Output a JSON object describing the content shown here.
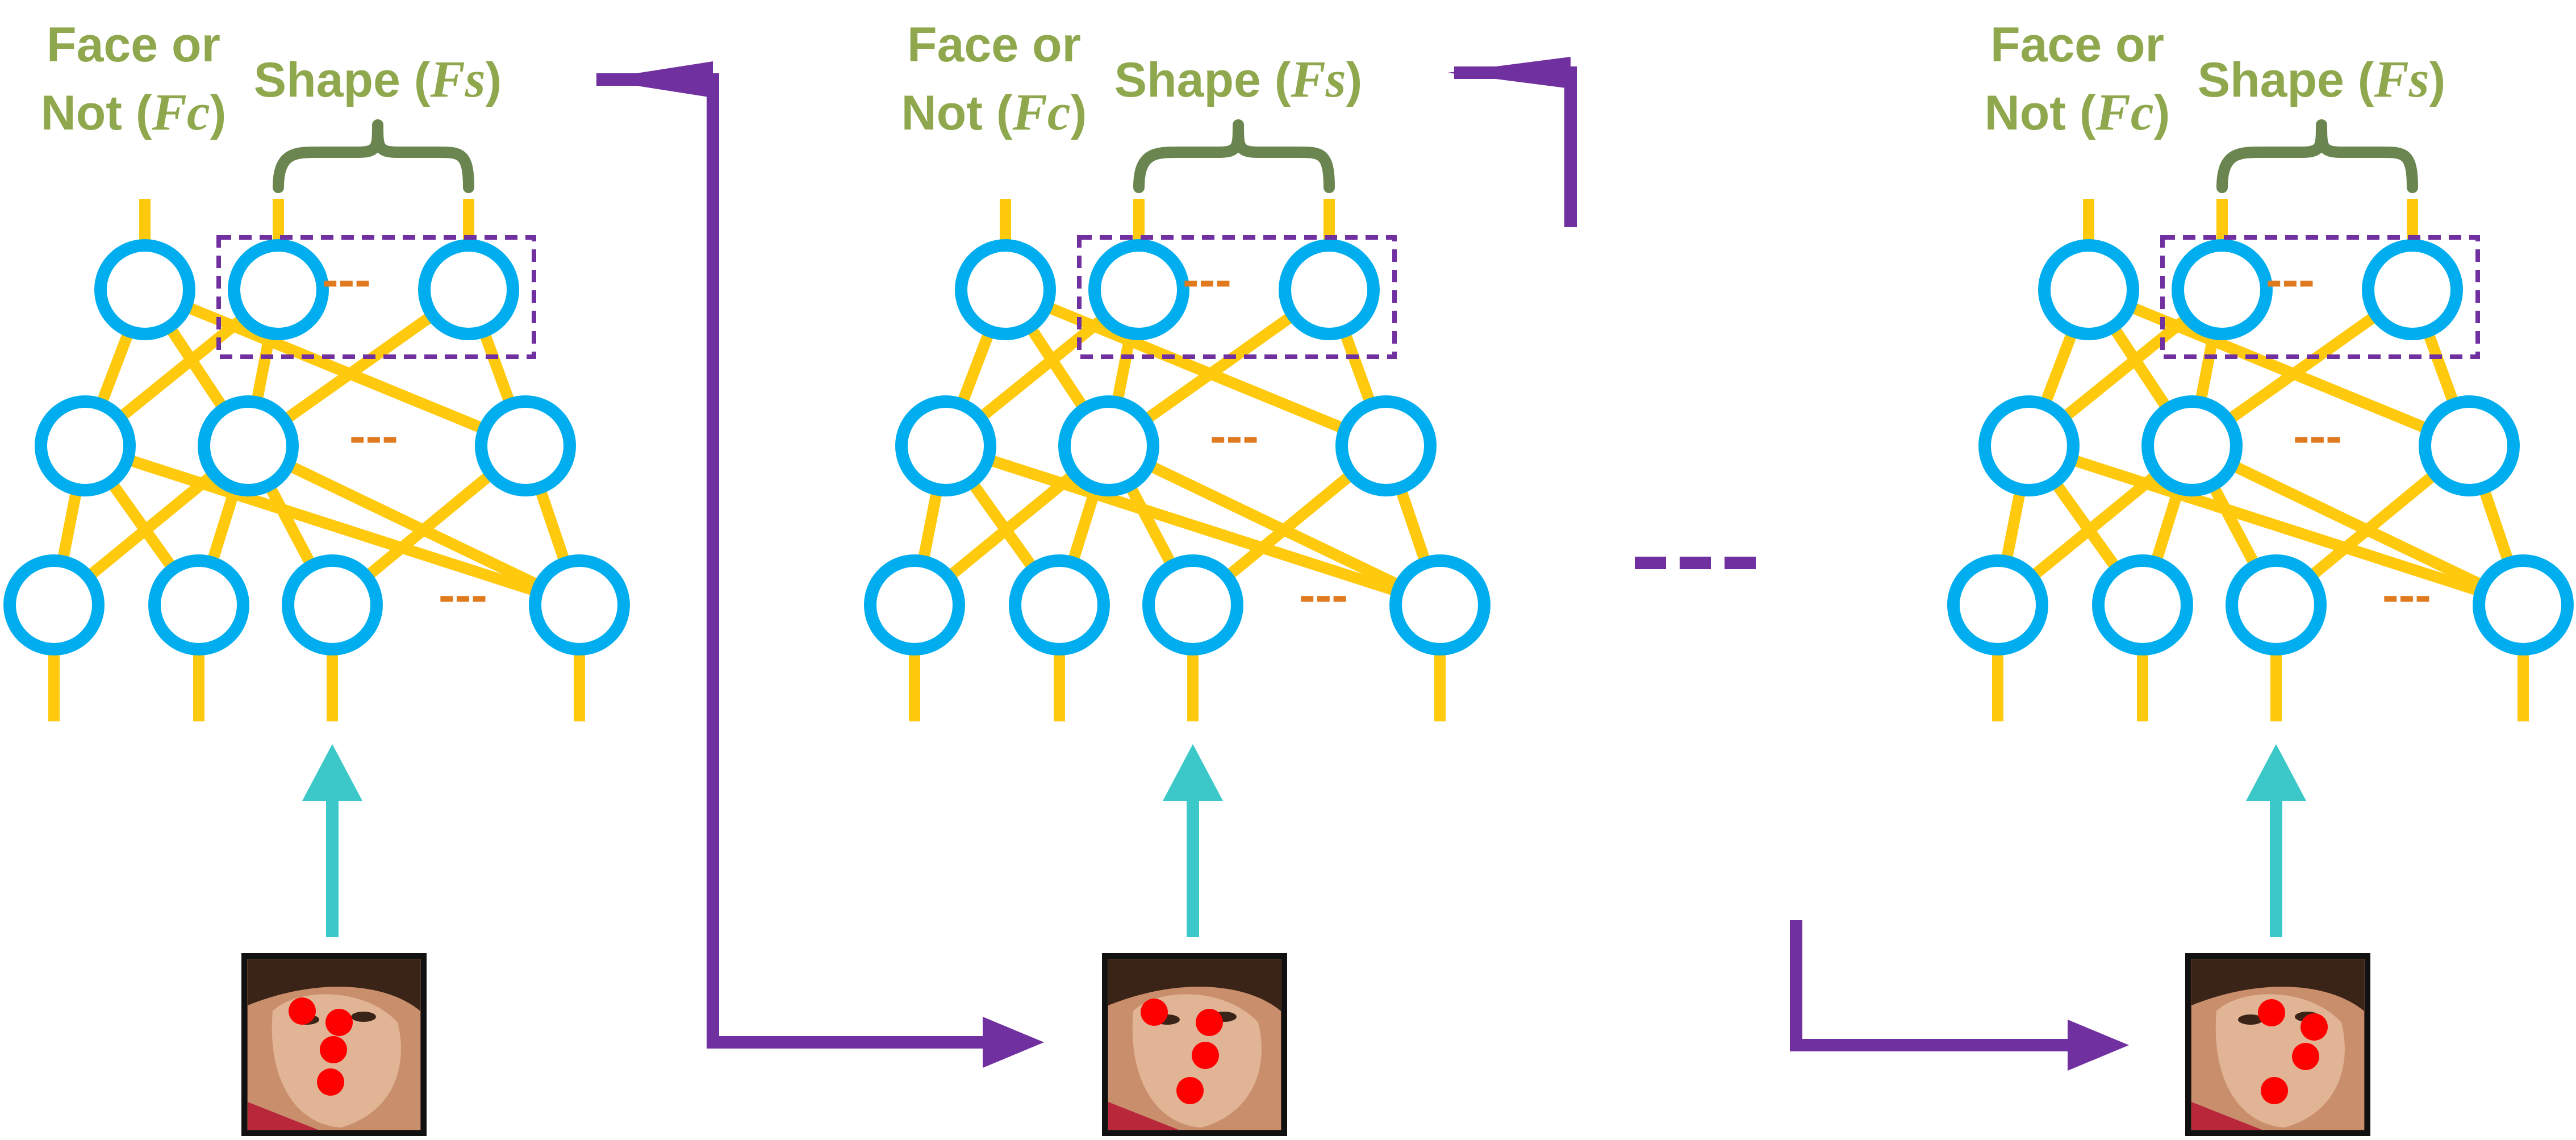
{
  "colors": {
    "label_text": "#8FA84E",
    "brace": "#6B8550",
    "node": "#00AEEF",
    "edge": "#FFC90E",
    "dashes_small": "#E07A1F",
    "selection_box": "#7030A0",
    "flow_arrow": "#7030A0",
    "input_arrow": "#3CC8C8",
    "landmark": "#FF0000",
    "thumb_border": "#111111"
  },
  "labels": {
    "face_line1": "Face or",
    "face_line2_prefix": "Not (",
    "face_var": "Fc",
    "face_suffix": ")",
    "shape_prefix": "Shape (",
    "shape_var": "Fs",
    "shape_suffix": ")"
  },
  "ellipsis": {
    "small": "---",
    "between_stages": "---"
  },
  "stages": [
    {
      "id": "stage-1"
    },
    {
      "id": "stage-2"
    },
    {
      "id": "stage-3"
    }
  ],
  "icons": {
    "face_thumbnail": "face-image-with-landmarks"
  }
}
